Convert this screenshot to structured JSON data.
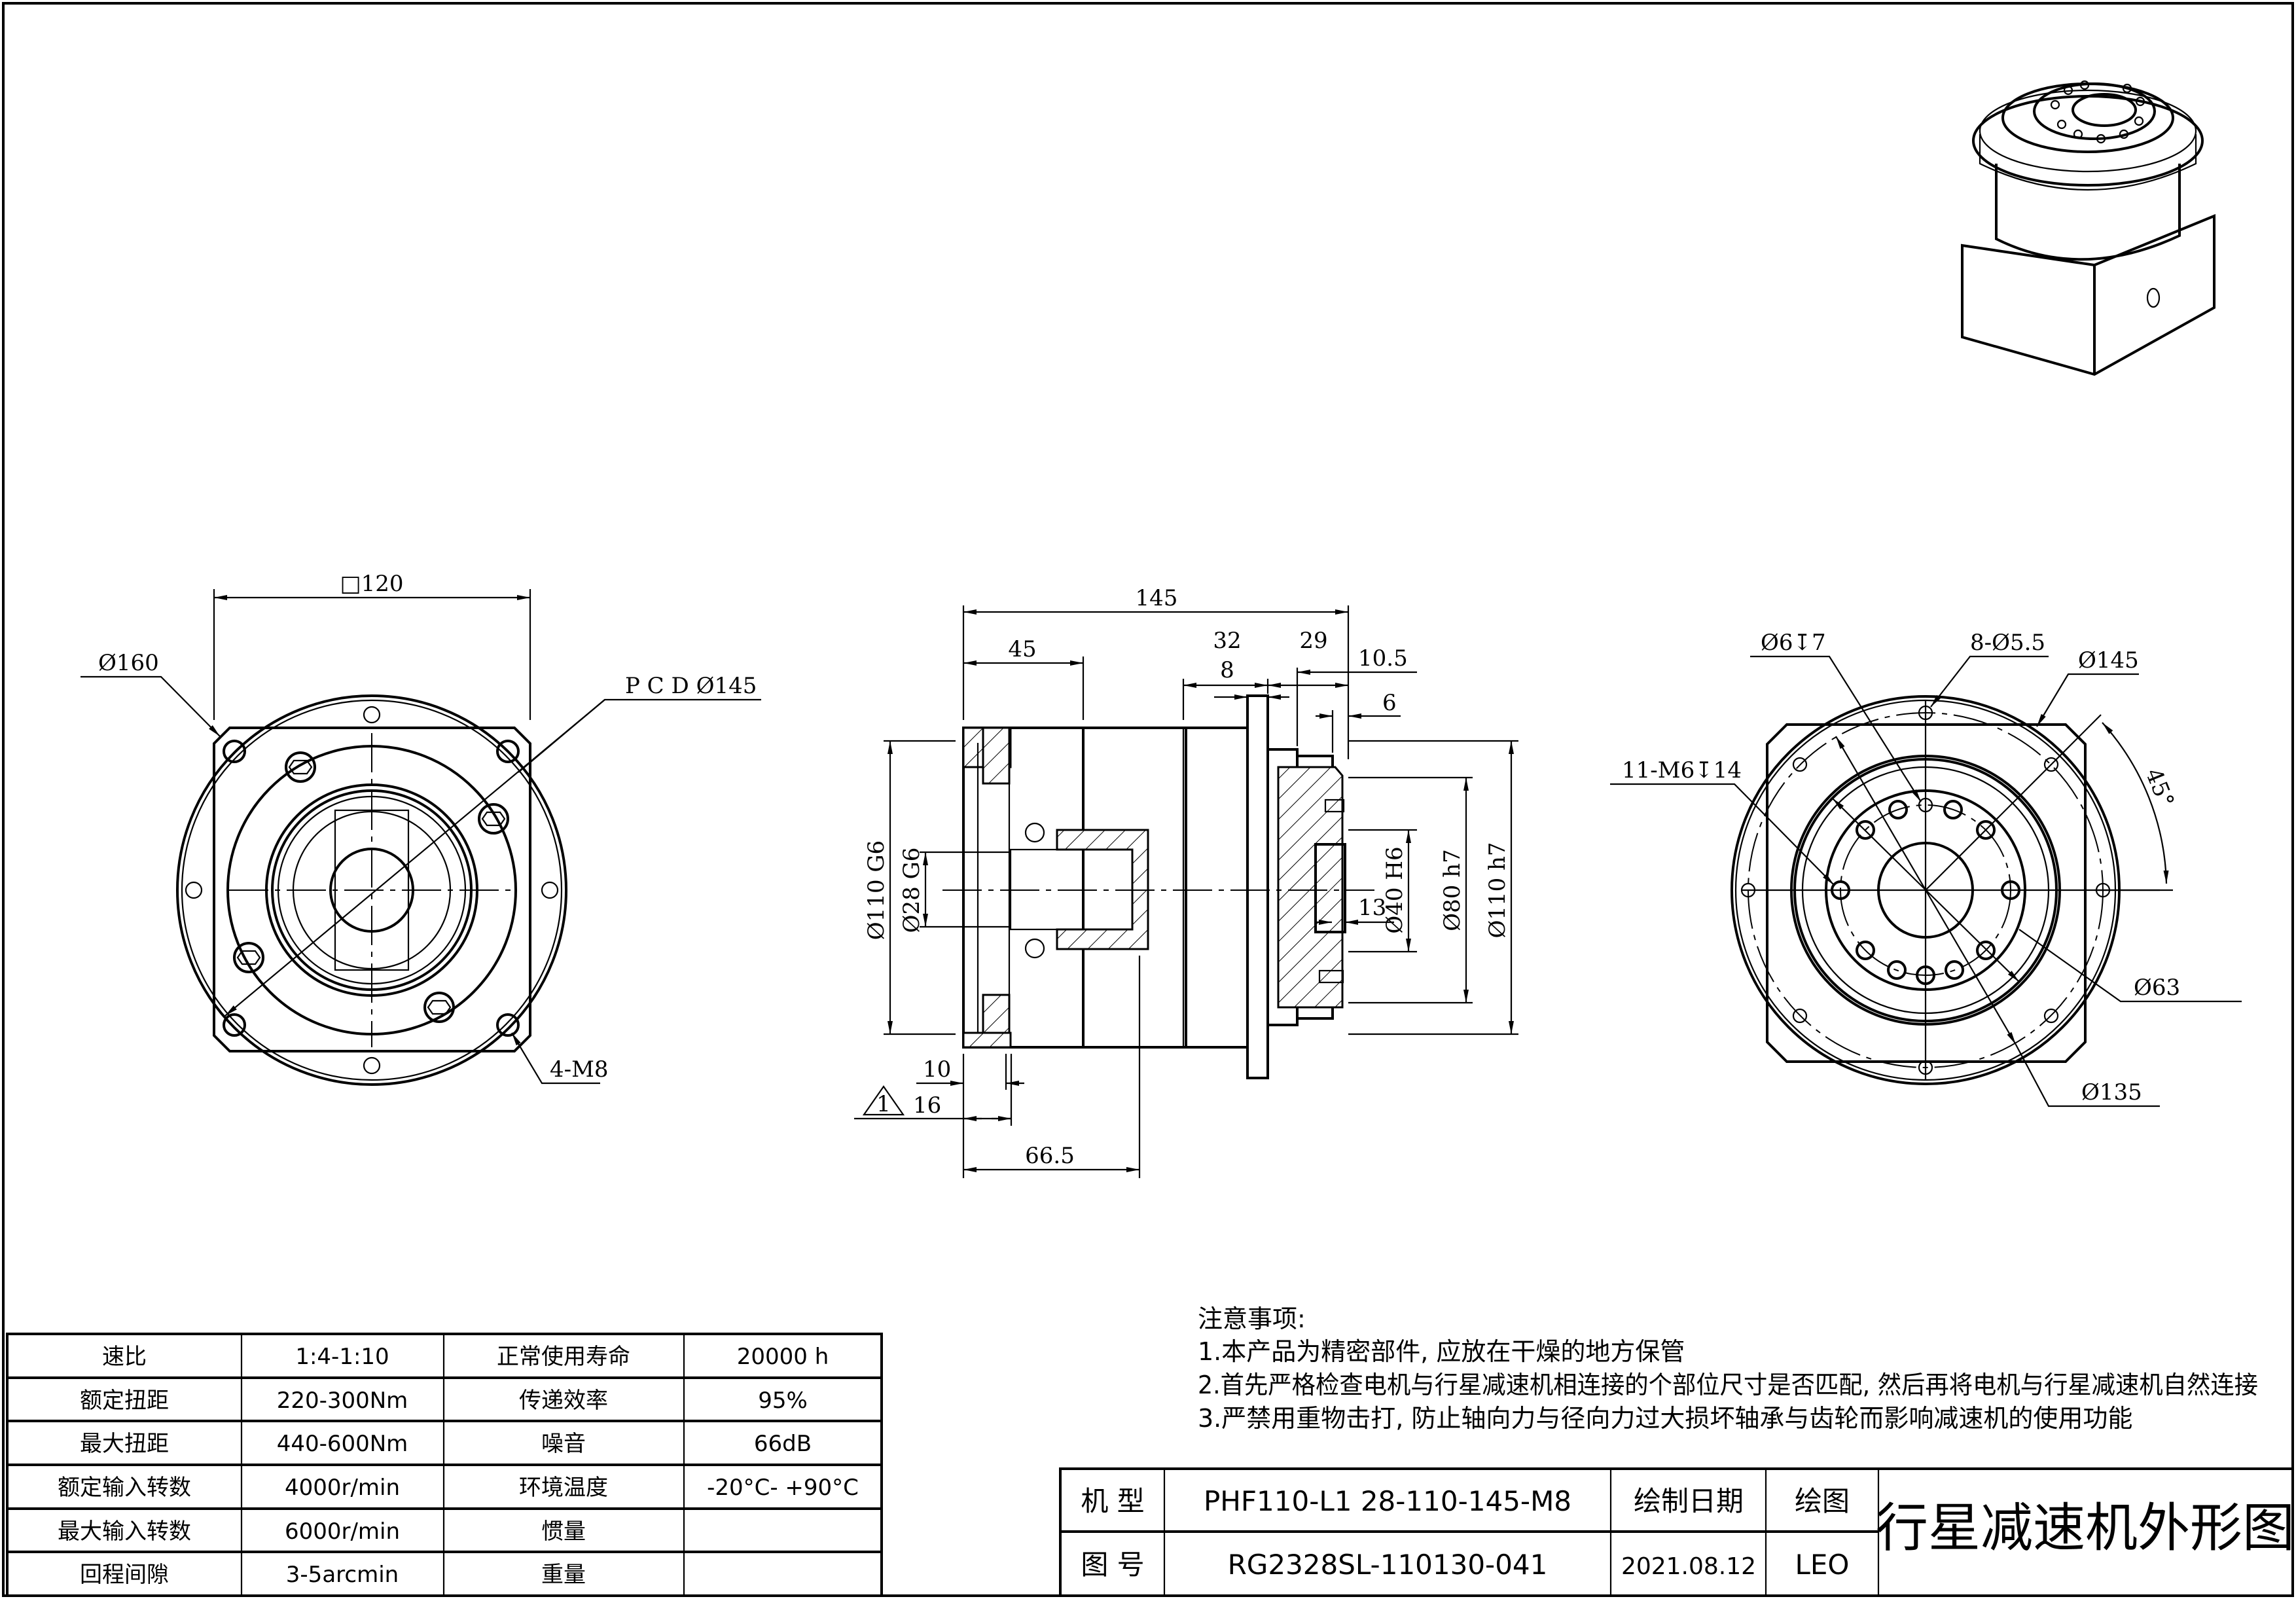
{
  "left_view": {
    "square_label": "□120",
    "flange_dia_label": "Ø160",
    "pcd_label": "P C D Ø145",
    "bolt_label": "4-M8"
  },
  "side_view": {
    "overall_length": "145",
    "housing_length": "45",
    "dim_32": "32",
    "dim_29": "29",
    "dim_8": "8",
    "dim_10_5": "10.5",
    "dim_6": "6",
    "dim_10": "10",
    "revision_mark": "1",
    "dim_16": "16",
    "dim_66_5": "66.5",
    "dim_13": "13",
    "input_pilot": "Ø110 G6",
    "input_bore": "Ø28 G6",
    "output_bore": "Ø40 H6",
    "output_pilot": "Ø80 h7",
    "output_flange": "Ø110 h7"
  },
  "right_view": {
    "pin_hole": "Ø6↧7",
    "flange_holes": "8-Ø5.5",
    "flange_dia": "Ø145",
    "tapped_holes": "11-M6↧14",
    "angle": "45°",
    "hub_dia": "Ø63",
    "bolt_circle": "Ø135"
  },
  "spec_table": {
    "rows": [
      [
        "速比",
        "1:4-1:10",
        "正常使用寿命",
        "20000 h"
      ],
      [
        "额定扭距",
        "220-300Nm",
        "传递效率",
        "95%"
      ],
      [
        "最大扭距",
        "440-600Nm",
        "噪音",
        "66dB"
      ],
      [
        "额定输入转数",
        "4000r/min",
        "环境温度",
        "-20°C- +90°C"
      ],
      [
        "最大输入转数",
        "6000r/min",
        "惯量",
        ""
      ],
      [
        "回程间隙",
        "3-5arcmin",
        "重量",
        ""
      ]
    ]
  },
  "notes": {
    "title": "注意事项:",
    "items": [
      "1.本产品为精密部件, 应放在干燥的地方保管",
      "2.首先严格检查电机与行星减速机相连接的个部位尺寸是否匹配, 然后再将电机与行星减速机自然连接",
      "3.严禁用重物击打, 防止轴向力与径向力过大损坏轴承与齿轮而影响减速机的使用功能"
    ]
  },
  "title_block": {
    "model_label": "机 型",
    "model_value": "PHF110-L1 28-110-145-M8",
    "date_label": "绘制日期",
    "drawer_label": "绘图",
    "drawing_no_label": "图 号",
    "drawing_no_value": "RG2328SL-110130-041",
    "date_value": "2021.08.12",
    "drawer_value": "LEO",
    "title": "行星减速机外形图"
  }
}
